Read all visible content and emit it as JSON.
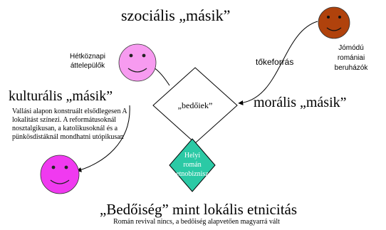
{
  "title_top": "szociális „másik”",
  "hetkoznapi_label": "Hétköznapi áttelepülők",
  "kulturalis": {
    "title": "kulturális „másik”",
    "description": "Vallási alapon konstruált elsődlegesen A lokalitást színezi. A reformátusoknál nosztalgikusan, a katolikusoknál és a pünkösdistáknál mondhatni utópikusan"
  },
  "moralis_title": "morális „másik”",
  "tokeforras_label": "tőkeforrás",
  "jomodu_label": "Jómódú romániai beruházók",
  "center_label": "„bedőiek”",
  "etnobiznisz_label": "Helyi román etnobiznisz",
  "bottom": {
    "title": "„Bedőiség” mint lokális etnicitás",
    "subtitle": "Román revival nincs, a bedőiség alapvetően magyarrá vált"
  },
  "colors": {
    "pink_face": "#f79bf0",
    "magenta_face": "#f03af0",
    "brown_face": "#b0420c",
    "teal_diamond": "#2bc9a5"
  }
}
